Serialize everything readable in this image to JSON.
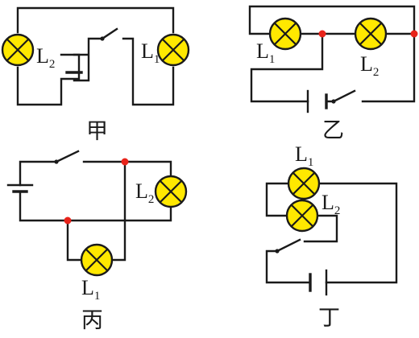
{
  "colors": {
    "wire": "#1a1a1a",
    "lamp_fill": "#ffe800",
    "junction": "#e8231a"
  },
  "panels": {
    "jia": {
      "caption": "甲",
      "lamp_left": {
        "letter": "L",
        "sub": "2"
      },
      "lamp_right": {
        "letter": "L",
        "sub": "1"
      }
    },
    "yi": {
      "caption": "乙",
      "lamp_left": {
        "letter": "L",
        "sub": "1"
      },
      "lamp_right": {
        "letter": "L",
        "sub": "2"
      }
    },
    "bing": {
      "caption": "丙",
      "lamp_right": {
        "letter": "L",
        "sub": "2"
      },
      "lamp_bottom": {
        "letter": "L",
        "sub": "1"
      }
    },
    "ding": {
      "caption": "丁",
      "lamp_top": {
        "letter": "L",
        "sub": "1"
      },
      "lamp_bottom": {
        "letter": "L",
        "sub": "2"
      }
    }
  }
}
